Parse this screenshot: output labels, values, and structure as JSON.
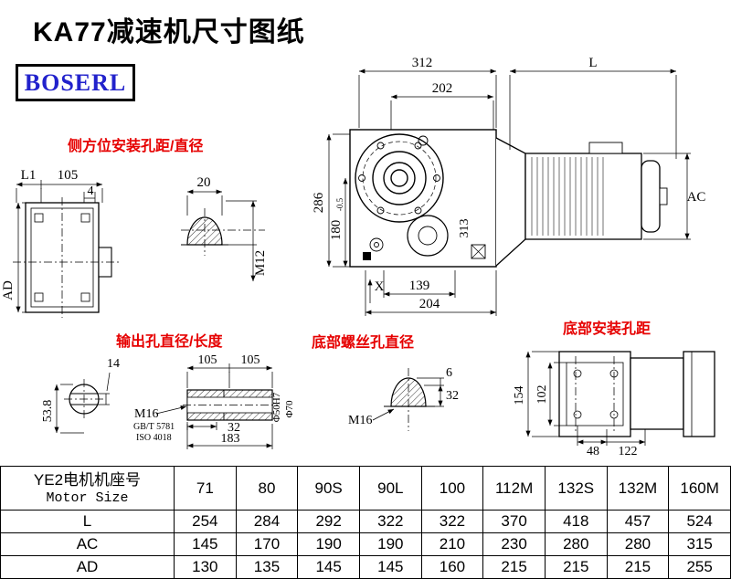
{
  "title": "KA77减速机尺寸图纸",
  "logo": "BOSERL",
  "labels": {
    "side_mount": "侧方位安装孔距/直径",
    "output_hole": "输出孔直径/长度",
    "bottom_screw": "底部螺丝孔直径",
    "bottom_mount": "底部安装孔距"
  },
  "dims": {
    "w312": "312",
    "L": "L",
    "w202": "202",
    "h286": "286",
    "h180": "180",
    "tol": "-0.5",
    "d313": "313",
    "w139": "139",
    "w204": "204",
    "AC": "AC",
    "X": "X",
    "L1": "L1",
    "w105": "105",
    "w4": "4",
    "AD": "AD",
    "w20": "20",
    "m12": "M12",
    "w14": "14",
    "h53_8": "53.8",
    "o105a": "105",
    "o105b": "105",
    "m16": "M16",
    "gbt": "GB/T 5781",
    "iso": "ISO 4018",
    "o32": "32",
    "o183": "183",
    "dia50": "Φ50H7",
    "dia70": "Φ70",
    "b6": "6",
    "b32": "32",
    "bm16": "M16",
    "h154": "154",
    "h102": "102",
    "w48": "48",
    "w122": "122"
  },
  "table": {
    "header_cn": "YE2电机机座号",
    "header_en": "Motor Size",
    "columns": [
      "71",
      "80",
      "90S",
      "90L",
      "100",
      "112M",
      "132S",
      "132M",
      "160M"
    ],
    "rows": [
      {
        "label": "L",
        "values": [
          "254",
          "284",
          "292",
          "322",
          "322",
          "370",
          "418",
          "457",
          "524"
        ]
      },
      {
        "label": "AC",
        "values": [
          "145",
          "170",
          "190",
          "190",
          "210",
          "230",
          "280",
          "280",
          "315"
        ]
      },
      {
        "label": "AD",
        "values": [
          "130",
          "135",
          "145",
          "145",
          "160",
          "215",
          "215",
          "215",
          "255"
        ]
      }
    ]
  }
}
